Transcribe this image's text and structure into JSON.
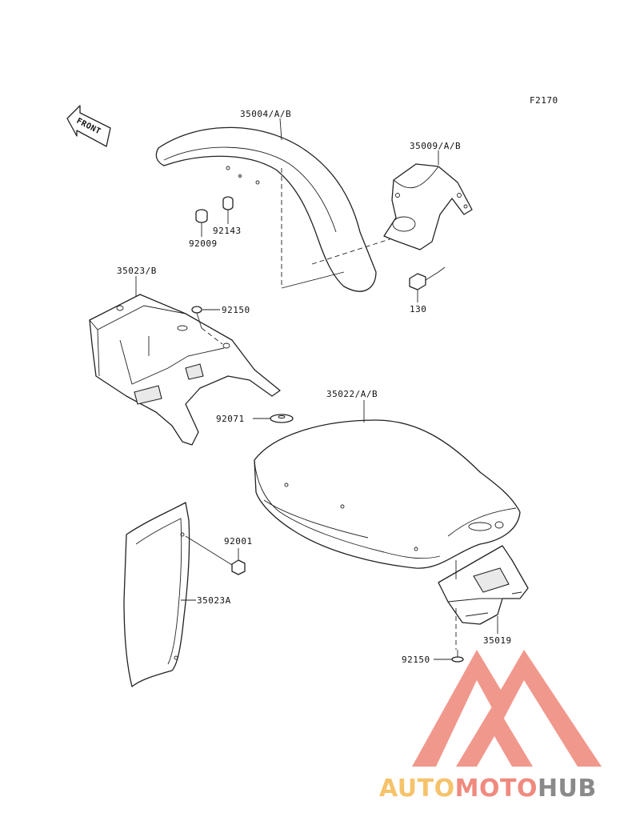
{
  "figure_code": "F2170",
  "direction_label": "FRONT",
  "parts": [
    {
      "id": "p35004",
      "number": "35004/A/B"
    },
    {
      "id": "p35009",
      "number": "35009/A/B"
    },
    {
      "id": "p92143",
      "number": "92143"
    },
    {
      "id": "p92009",
      "number": "92009"
    },
    {
      "id": "p130",
      "number": "130"
    },
    {
      "id": "p35023",
      "number": "35023/B"
    },
    {
      "id": "p92150a",
      "number": "92150"
    },
    {
      "id": "p35022",
      "number": "35022/A/B"
    },
    {
      "id": "p92071",
      "number": "92071"
    },
    {
      "id": "p92001",
      "number": "92001"
    },
    {
      "id": "p35023A",
      "number": "35023A"
    },
    {
      "id": "p35019",
      "number": "35019"
    },
    {
      "id": "p92150b",
      "number": "92150"
    }
  ],
  "watermark": {
    "part1": "AUTO",
    "part2": "MOTO",
    "part3": "HUB",
    "color1": "#f6c36a",
    "color2": "#f08a7e",
    "color3": "#8a8a8a"
  }
}
